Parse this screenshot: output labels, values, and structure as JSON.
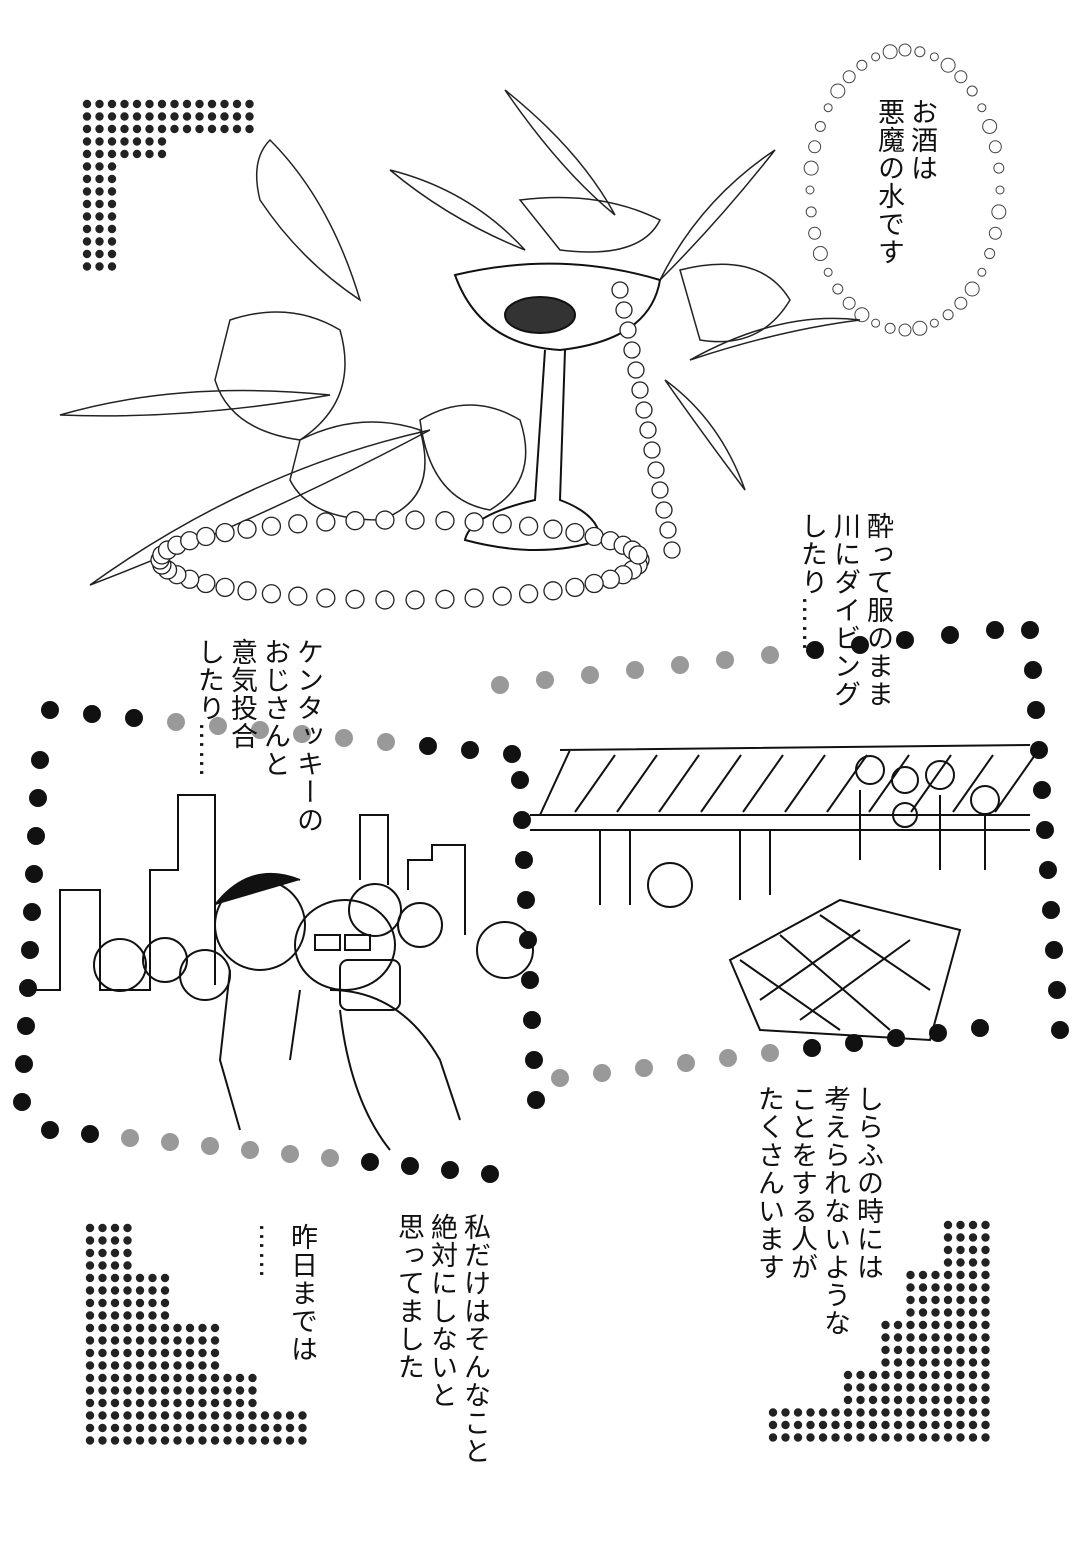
{
  "captions": {
    "sake": [
      "お酒は",
      "悪魔の水です"
    ],
    "river": [
      "酔って服のまま",
      "川にダイビング",
      "したり……"
    ],
    "kentucky": [
      "ケンタッキーの",
      "おじさんと",
      "意気投合",
      "したり……"
    ],
    "sober": [
      "しらふの時には",
      "考えられないような",
      "ことをする人が",
      "たくさんいます"
    ],
    "me": [
      "私だけはそんなこと",
      "絶対にしないと",
      "思ってました"
    ],
    "yesterday": [
      "昨日までは",
      "……"
    ]
  },
  "colors": {
    "ink": "#111111",
    "paper": "#ffffff",
    "screen": "#888888"
  }
}
